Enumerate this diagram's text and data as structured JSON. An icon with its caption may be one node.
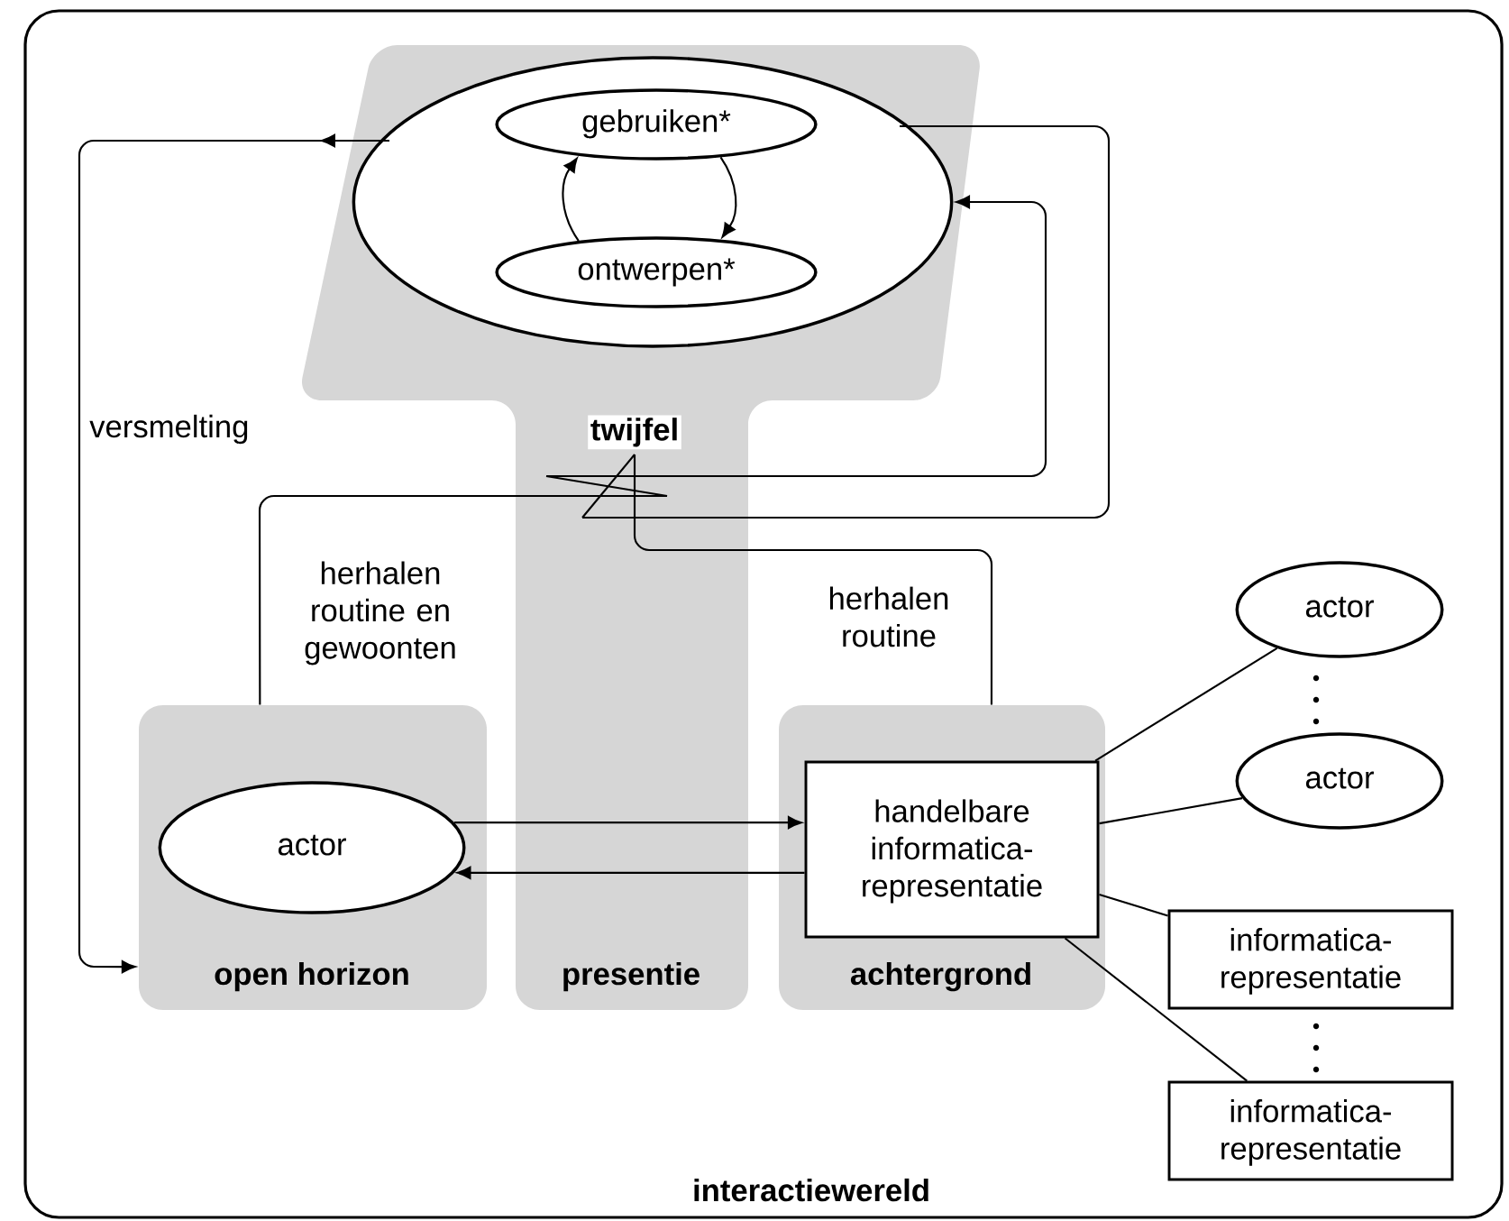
{
  "diagram": {
    "nodes": [
      {
        "text": [
          "interactiewereld"
        ]
      },
      {
        "text": [
          "presentie"
        ],
        "in": 0
      },
      {
        "text": [],
        "shape": "ellipse",
        "in": 1
      },
      {
        "text": [
          "gebruiken*"
        ],
        "in": 2
      },
      {
        "text": [
          "ontwerpen*"
        ],
        "in": 2
      },
      {
        "text": [
          "twijfel"
        ],
        "in": 1
      },
      {
        "text": [
          "open horizon"
        ],
        "in": 0
      },
      {
        "text": [
          "actor"
        ],
        "in": 6
      },
      {
        "text": [
          "achtergrond"
        ],
        "in": 0
      },
      {
        "text": [
          "handelbare informatica-representatie"
        ],
        "in": 8
      },
      {
        "text": [
          "actor"
        ],
        "in": 0
      },
      {
        "text": [
          "actor"
        ],
        "in": 0
      },
      {
        "text": [
          "informatica-representatie"
        ],
        "in": 0
      },
      {
        "text": [
          "informatica-representatie"
        ],
        "in": 0
      }
    ],
    "edges": [
      {
        "from": 3,
        "to": 4,
        "arrow": "to"
      },
      {
        "from": 4,
        "to": 3,
        "arrow": "to"
      },
      {
        "from": 2,
        "to": 6,
        "arrow": "to",
        "label": "versmelting"
      },
      {
        "from": 2,
        "to": 5,
        "arrow": "none"
      },
      {
        "from": 5,
        "to": 2,
        "arrow": "to"
      },
      {
        "from": 6,
        "to": 5,
        "arrow": "none",
        "label": "herhalen routine en gewoonten"
      },
      {
        "from": 8,
        "to": 5,
        "arrow": "none",
        "label": "herhalen routine"
      },
      {
        "from": 7,
        "to": 9,
        "arrow": "to"
      },
      {
        "from": 9,
        "to": 7,
        "arrow": "to"
      },
      {
        "from": 9,
        "to": 10,
        "arrow": "none"
      },
      {
        "from": 9,
        "to": 11,
        "arrow": "none"
      },
      {
        "from": 9,
        "to": 12,
        "arrow": "none"
      },
      {
        "from": 9,
        "to": 13,
        "arrow": "none"
      }
    ]
  }
}
